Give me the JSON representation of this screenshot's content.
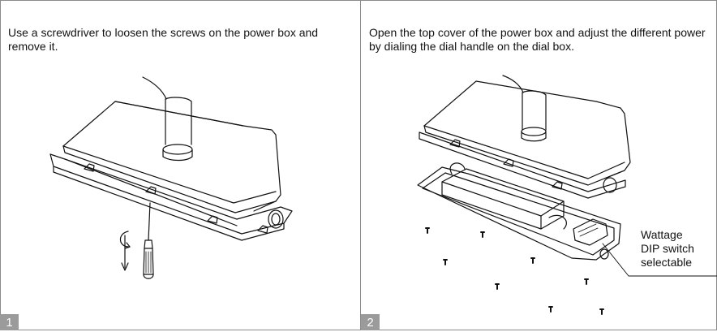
{
  "steps": [
    {
      "number": "1",
      "instruction": "Use a screwdriver to loosen the screws on the power box and remove it."
    },
    {
      "number": "2",
      "instruction": "Open the top cover of the power box and adjust the different power by dialing the dial handle on the dial box."
    }
  ],
  "callout": {
    "line1": "Wattage",
    "line2": "DIP switch",
    "line3": "selectable"
  }
}
